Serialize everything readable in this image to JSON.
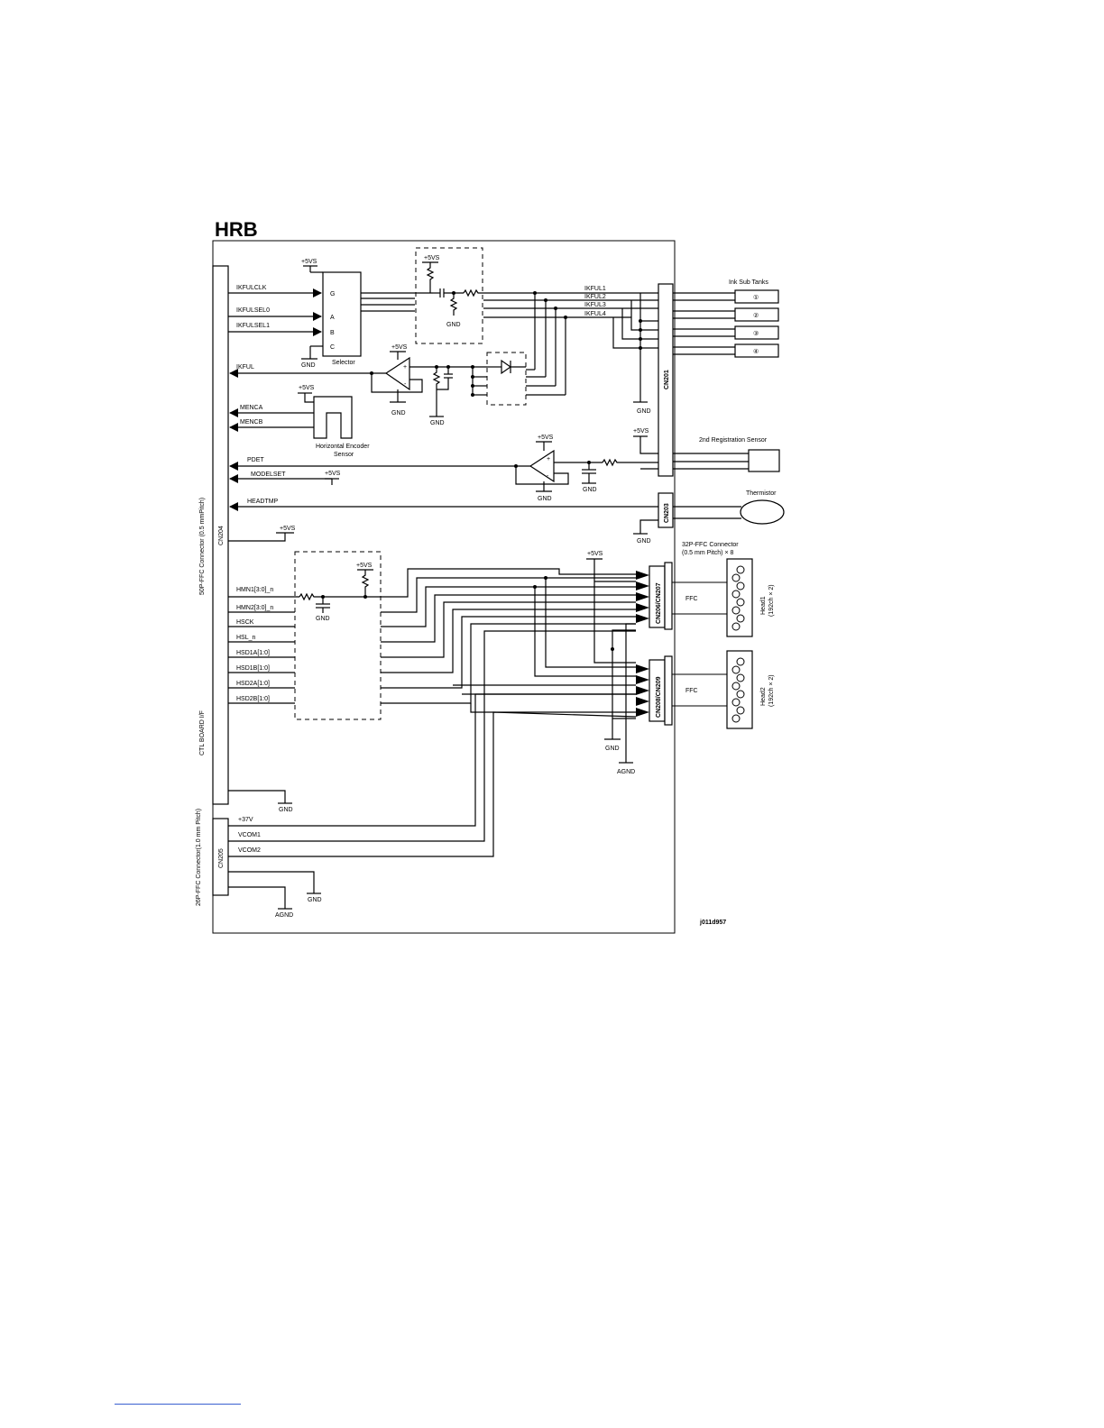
{
  "title": "HRB",
  "figure_id": "j011d957",
  "left_connector": {
    "cn204": "CN204",
    "desc_50p": "50P-FFC Connector (0.5 mmPitch)",
    "ctl_board": "CTL BOARD I/F",
    "cn205": "CN205",
    "desc_26p": "26P-FFC Connector(1.0 mm Pitch)"
  },
  "signals": {
    "ikfulclk": "IKFULCLK",
    "ikfulsel0": "IKFULSEL0",
    "ikfulsel1": "IKFULSEL1",
    "ikful": "IKFUL",
    "menca": "MENCA",
    "mencb": "MENCB",
    "pdet": "PDET",
    "modelset": "MODELSET",
    "headtmp": "HEADTMP",
    "hmn1": "HMN1[3:0]_n",
    "hmn2": "HMN2[3:0]_n",
    "hsck": "HSCK",
    "hsl": "HSL_n",
    "hsd1a": "HSD1A[1:0]",
    "hsd1b": "HSD1B[1:0]",
    "hsd2a": "HSD2A[1:0]",
    "hsd2b": "HSD2B[1:0]",
    "v37": "+37V",
    "vcom1": "VCOM1",
    "vcom2": "VCOM2",
    "ikful1": "IKFUL1",
    "ikful2": "IKFUL2",
    "ikful3": "IKFUL3",
    "ikful4": "IKFUL4"
  },
  "power": {
    "p5vs": "+5VS",
    "gnd": "GND",
    "agnd": "AGND"
  },
  "selector": {
    "label": "Selector",
    "g": "G",
    "a": "A",
    "b": "B",
    "c": "C"
  },
  "encoder": {
    "line1": "Horizontal Encoder",
    "line2": "Sensor"
  },
  "right_connectors": {
    "cn201": "CN201",
    "cn203": "CN203",
    "cn206": "CN206/CN207",
    "cn208": "CN208/CN209",
    "ffc": "FFC"
  },
  "externals": {
    "ink_sub_tanks": "Ink Sub Tanks",
    "tanks": [
      "①",
      "②",
      "③",
      "④"
    ],
    "reg_sensor": "2nd Registration Sensor",
    "thermistor": "Thermistor",
    "ffc32_line1": "32P-FFC Connector",
    "ffc32_line2": "(0.5 mm Pitch) × 8",
    "head1": "Head1",
    "head1_sub": "(192ch × 2)",
    "head2": "Head2",
    "head2_sub": "(192ch × 2)"
  }
}
